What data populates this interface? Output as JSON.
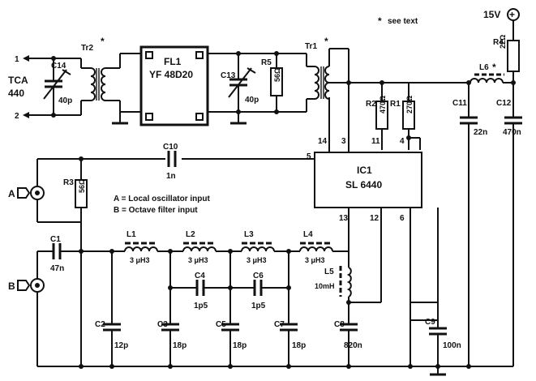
{
  "notes": {
    "see_text": "see text",
    "star": "*",
    "legend_a": "A = Local oscillator input",
    "legend_b": "B = Octave filter input"
  },
  "supply": {
    "label": "15V",
    "symbol": "+"
  },
  "ports": {
    "p1": "1",
    "p2": "2",
    "tca_line1": "TCA",
    "tca_line2": "440",
    "A": "A",
    "B": "B"
  },
  "filter": {
    "name": "FL1",
    "part": "YF 48D20"
  },
  "ic": {
    "name": "IC1",
    "part": "SL 6440",
    "pins": {
      "p14": "14",
      "p3": "3",
      "p11": "11",
      "p4": "4",
      "p5": "5",
      "p13": "13",
      "p12": "12",
      "p6": "6"
    }
  },
  "components": {
    "C14": {
      "ref": "C14",
      "value": "40p"
    },
    "Tr2": {
      "ref": "Tr2"
    },
    "Tr1": {
      "ref": "Tr1"
    },
    "C13": {
      "ref": "C13",
      "value": "40p"
    },
    "R5": {
      "ref": "R5",
      "value": "56Ω"
    },
    "R4": {
      "ref": "R4",
      "value": "22Ω"
    },
    "L6": {
      "ref": "L6"
    },
    "R2": {
      "ref": "R2",
      "value": "470Ω"
    },
    "R1": {
      "ref": "R1",
      "value": "270Ω"
    },
    "C11": {
      "ref": "C11",
      "value": "22n"
    },
    "C12": {
      "ref": "C12",
      "value": "470n"
    },
    "C10": {
      "ref": "C10",
      "value": "1n"
    },
    "R3": {
      "ref": "R3",
      "value": "56Ω"
    },
    "C1": {
      "ref": "C1",
      "value": "47n"
    },
    "L1": {
      "ref": "L1",
      "value": "3 μH3"
    },
    "L2": {
      "ref": "L2",
      "value": "3 μH3"
    },
    "L3": {
      "ref": "L3",
      "value": "3 μH3"
    },
    "L4": {
      "ref": "L4",
      "value": "3 μH3"
    },
    "C4": {
      "ref": "C4",
      "value": "1p5"
    },
    "C6": {
      "ref": "C6",
      "value": "1p5"
    },
    "L5": {
      "ref": "L5",
      "value": "10mH"
    },
    "C2": {
      "ref": "C2",
      "value": "12p"
    },
    "C3": {
      "ref": "C3",
      "value": "18p"
    },
    "C5": {
      "ref": "C5",
      "value": "18p"
    },
    "C7": {
      "ref": "C7",
      "value": "18p"
    },
    "C8": {
      "ref": "C8",
      "value": "820n"
    },
    "C9": {
      "ref": "C9",
      "value": "100n"
    }
  }
}
